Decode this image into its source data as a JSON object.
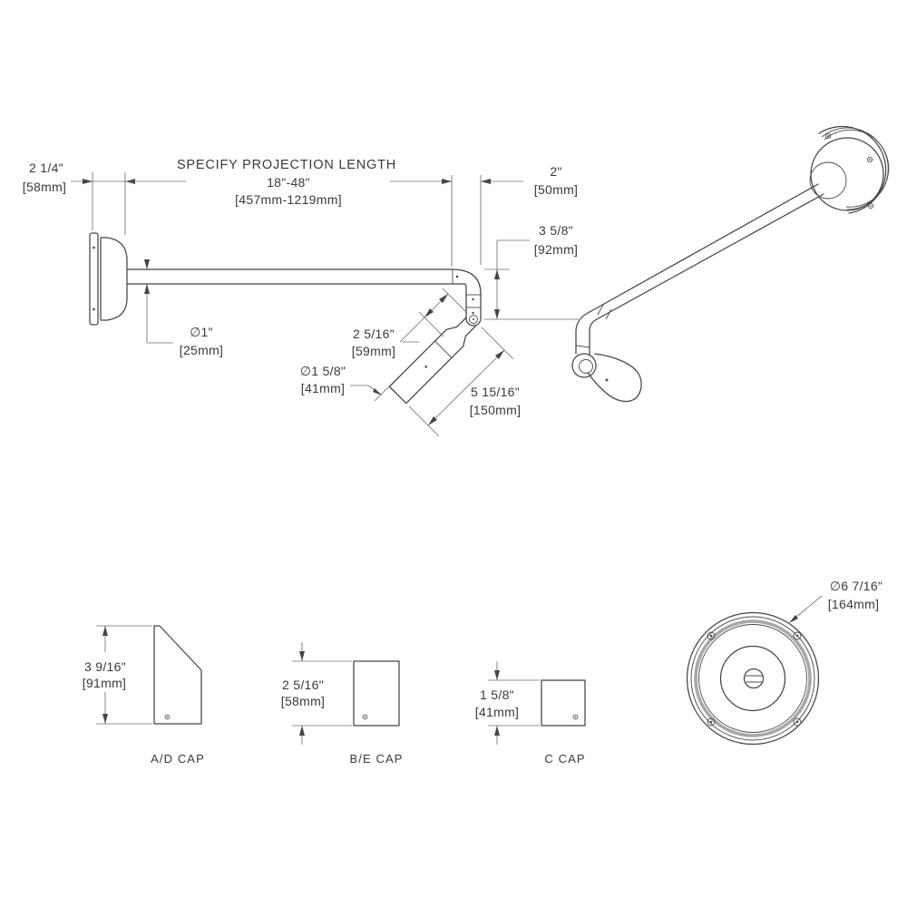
{
  "main_view": {
    "mount_depth_in": "2 1/4\"",
    "mount_depth_mm": "[58mm]",
    "projection_label": "SPECIFY PROJECTION LENGTH",
    "projection_range_in": "18\"-48\"",
    "projection_range_mm": "[457mm-1219mm]",
    "elbow_offset_in": "2\"",
    "elbow_offset_mm": "[50mm]",
    "drop_in": "3 5/8\"",
    "drop_mm": "[92mm]",
    "arm_dia_in": "∅1\"",
    "arm_dia_mm": "[25mm]",
    "knuckle_in": "2 5/16\"",
    "knuckle_mm": "[59mm]",
    "head_dia_in": "∅1 5/8\"",
    "head_dia_mm": "[41mm]",
    "head_len_in": "5 15/16\"",
    "head_len_mm": "[150mm]"
  },
  "caps": {
    "ad": {
      "label": "A/D CAP",
      "height_in": "3 9/16\"",
      "height_mm": "[91mm]"
    },
    "be": {
      "label": "B/E CAP",
      "height_in": "2 5/16\"",
      "height_mm": "[58mm]"
    },
    "c": {
      "label": "C CAP",
      "height_in": "1 5/8\"",
      "height_mm": "[41mm]"
    }
  },
  "backplate": {
    "dia_in": "∅6 7/16\"",
    "dia_mm": "[164mm]"
  },
  "colors": {
    "line": "#454545",
    "dim_line": "#6f6f6f",
    "gasket_ring": "#a8a8a8",
    "text": "#3a3a3a",
    "background": "#ffffff"
  }
}
